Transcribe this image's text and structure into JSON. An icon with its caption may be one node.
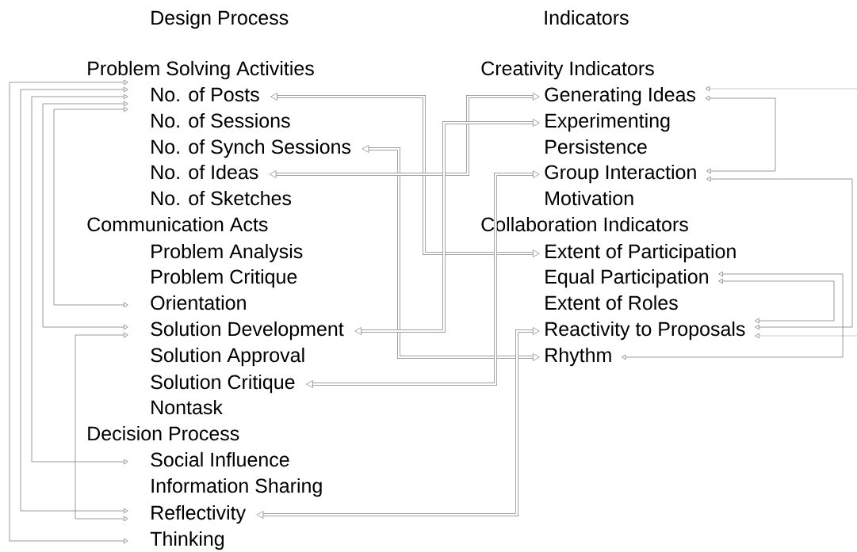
{
  "diagram": {
    "nodes": [
      {
        "text": [
          "No. of Posts"
        ]
      },
      {
        "text": [
          "No. of Synch Sessions"
        ]
      },
      {
        "text": [
          "No. of Ideas"
        ]
      },
      {
        "text": [
          "Orientation"
        ]
      },
      {
        "text": [
          "Solution Development"
        ]
      },
      {
        "text": [
          "Solution Critique"
        ]
      },
      {
        "text": [
          "Social Influence"
        ]
      },
      {
        "text": [
          "Reflectivity"
        ]
      },
      {
        "text": [
          "Thinking"
        ]
      },
      {
        "text": [
          "Generating Ideas"
        ]
      },
      {
        "text": [
          "Experimenting"
        ]
      },
      {
        "text": [
          "Group Interaction"
        ]
      },
      {
        "text": [
          "Extent of Participation"
        ]
      },
      {
        "text": [
          "Equal Participation"
        ]
      },
      {
        "text": [
          "Reactivity to Proposals"
        ]
      },
      {
        "text": [
          "Rhythm"
        ]
      }
    ],
    "edges": [
      {
        "from": 0,
        "to": 8,
        "arrow": "both"
      },
      {
        "from": 0,
        "to": 7,
        "arrow": "both"
      },
      {
        "from": 0,
        "to": 6,
        "arrow": "both"
      },
      {
        "from": 0,
        "to": 4,
        "arrow": "both"
      },
      {
        "from": 0,
        "to": 3,
        "arrow": "both"
      },
      {
        "from": 4,
        "to": 7,
        "arrow": "both"
      },
      {
        "from": 0,
        "to": 12,
        "arrow": "both",
        "style": "thick"
      },
      {
        "from": 1,
        "to": 15,
        "arrow": "both",
        "style": "thick"
      },
      {
        "from": 2,
        "to": 9,
        "arrow": "both",
        "style": "thick"
      },
      {
        "from": 4,
        "to": 10,
        "arrow": "both",
        "style": "thick"
      },
      {
        "from": 5,
        "to": 11,
        "arrow": "both",
        "style": "thick"
      },
      {
        "from": 7,
        "to": 14,
        "arrow": "both",
        "style": "thick"
      },
      {
        "from": null,
        "to": 9,
        "arrow": "to"
      },
      {
        "from": 9,
        "to": 11,
        "arrow": "both"
      },
      {
        "from": 11,
        "to": 14,
        "arrow": "both"
      },
      {
        "from": 13,
        "to": 14,
        "arrow": "both"
      },
      {
        "from": 13,
        "to": 15,
        "arrow": "both"
      },
      {
        "from": null,
        "to": 14,
        "arrow": "to"
      }
    ],
    "labels": [
      "Design Process",
      "Problem Solving Activities",
      "No. of Sessions",
      "No. of Sketches",
      "Communication Acts",
      "Problem Analysis",
      "Problem Critique",
      "Solution Approval",
      "Nontask",
      "Decision Process",
      "Information Sharing",
      "Indicators",
      "Creativity Indicators",
      "Persistence",
      "Motivation",
      "Collaboration Indicators",
      "Extent of Roles"
    ]
  }
}
